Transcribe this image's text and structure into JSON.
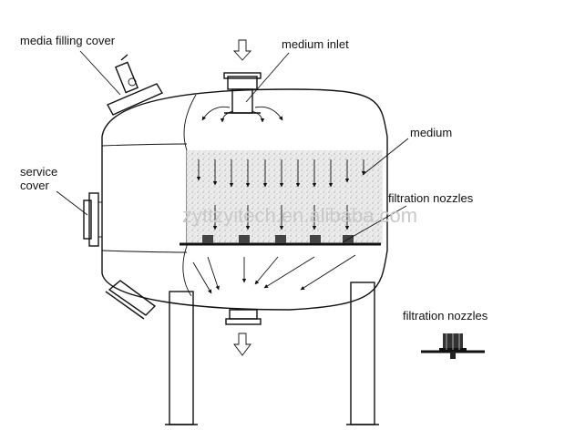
{
  "labels": {
    "media_filling_cover": "media filling cover",
    "medium_inlet": "medium inlet",
    "medium": "medium",
    "service_cover_line1": "service",
    "service_cover_line2": "cover",
    "filtration_nozzles": "filtration nozzles",
    "filtration_nozzles_detail": "filtration nozzles"
  },
  "watermark": "zyttzyitech.en.alibaba.com",
  "colors": {
    "line": "#111111",
    "medium_fill": "#e6e6e6",
    "watermark": "#c9c9c9"
  }
}
